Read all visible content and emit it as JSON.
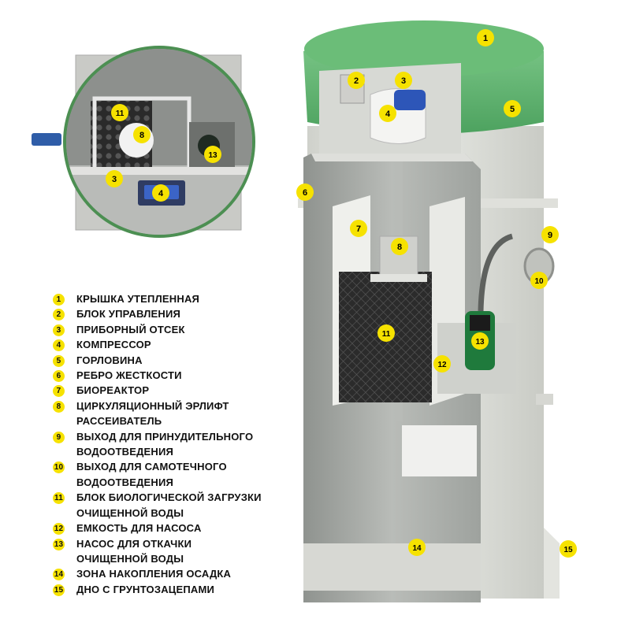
{
  "accent_color": "#f6e200",
  "legend": [
    {
      "num": "1",
      "label": "КРЫШКА УТЕПЛЕННАЯ"
    },
    {
      "num": "2",
      "label": "БЛОК УПРАВЛЕНИЯ"
    },
    {
      "num": "3",
      "label": "ПРИБОРНЫЙ ОТСЕК"
    },
    {
      "num": "4",
      "label": "КОМПРЕССОР"
    },
    {
      "num": "5",
      "label": "ГОРЛОВИНА"
    },
    {
      "num": "6",
      "label": "РЕБРО ЖЕСТКОСТИ"
    },
    {
      "num": "7",
      "label": "БИОРЕАКТОР"
    },
    {
      "num": "8",
      "label": "ЦИРКУЛЯЦИОННЫЙ ЭРЛИФТ\nРАССЕИВАТЕЛЬ"
    },
    {
      "num": "9",
      "label": "ВЫХОД ДЛЯ ПРИНУДИТЕЛЬНОГО\nВОДООТВЕДЕНИЯ"
    },
    {
      "num": "10",
      "label": "ВЫХОД ДЛЯ САМОТЕЧНОГО\nВОДООТВЕДЕНИЯ"
    },
    {
      "num": "11",
      "label": "БЛОК БИОЛОГИЧЕСКОЙ ЗАГРУЗКИ\nОЧИЩЕННОЙ ВОДЫ"
    },
    {
      "num": "12",
      "label": "ЕМКОСТЬ ДЛЯ НАСОСА"
    },
    {
      "num": "13",
      "label": "НАСОС ДЛЯ ОТКАЧКИ\nОЧИЩЕННОЙ ВОДЫ"
    },
    {
      "num": "14",
      "label": "ЗОНА НАКОПЛЕНИЯ ОСАДКА"
    },
    {
      "num": "15",
      "label": "ДНО С ГРУНТОЗАЦЕПАМИ"
    }
  ],
  "callouts": {
    "c1": "1",
    "c2": "2",
    "c3": "3",
    "c4": "4",
    "c5": "5",
    "c6": "6",
    "c7": "7",
    "c8": "8",
    "c9": "9",
    "c10": "10",
    "c11": "11",
    "c12": "12",
    "c13": "13",
    "c14": "14",
    "c15": "15",
    "t11": "11",
    "t8": "8",
    "t13": "13",
    "t3": "3",
    "t4": "4"
  }
}
